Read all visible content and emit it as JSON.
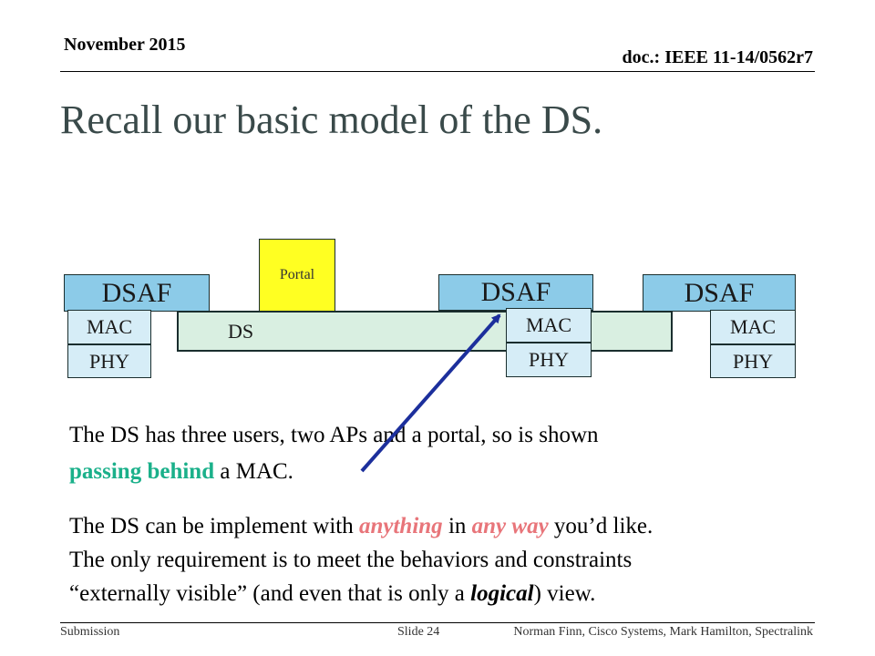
{
  "header": {
    "date": "November 2015",
    "doc": "doc.: IEEE 11-14/0562r7"
  },
  "title": "Recall our basic model of the DS.",
  "diagram": {
    "portal": "Portal",
    "ds": "DS",
    "stations": [
      {
        "dsaf": "DSAF",
        "mac": "MAC",
        "phy": "PHY"
      },
      {
        "dsaf": "DSAF",
        "mac": "MAC",
        "phy": "PHY"
      },
      {
        "dsaf": "DSAF",
        "mac": "MAC",
        "phy": "PHY"
      }
    ]
  },
  "body": {
    "p1_a": "The DS has three users, two APs and a portal, so is shown",
    "p1_highlight": "passing behind",
    "p1_b": " a MAC.",
    "p2_a": "The DS can be implement with ",
    "p2_em1": "anything",
    "p2_b": " in ",
    "p2_em2": "any way",
    "p2_c": " you’d like.",
    "p3": "The only requirement is to meet the behaviors and constraints",
    "p4_a": "“externally visible” (and even that is only a ",
    "p4_em": "logical",
    "p4_b": ") view."
  },
  "footer": {
    "left": "Submission",
    "slide": "Slide 24",
    "authors": "Norman Finn, Cisco Systems, Mark Hamilton, Spectralink"
  },
  "colors": {
    "dsaf": "#8ccbe8",
    "mac_phy": "#d6edf7",
    "ds": "#d9efe1",
    "portal": "#ffff22",
    "arrow": "#1c2f9c",
    "highlight_green": "#1ab08a",
    "emphasis_pink": "#e8757a"
  }
}
